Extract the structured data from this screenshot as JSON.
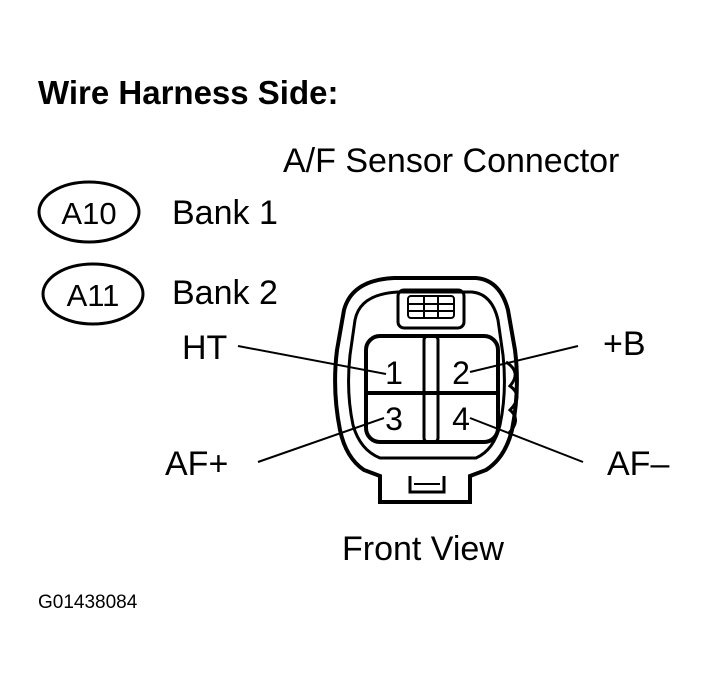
{
  "heading": "Wire Harness Side:",
  "connector_title": "A/F Sensor Connector",
  "connectors": [
    {
      "id": "A10",
      "bank": "Bank 1"
    },
    {
      "id": "A11",
      "bank": "Bank 2"
    }
  ],
  "pins": [
    {
      "number": "1",
      "signal": "HT"
    },
    {
      "number": "2",
      "signal": "+B"
    },
    {
      "number": "3",
      "signal": "AF+"
    },
    {
      "number": "4",
      "signal": "AF–"
    }
  ],
  "view_label": "Front View",
  "figure_code": "G01438084"
}
